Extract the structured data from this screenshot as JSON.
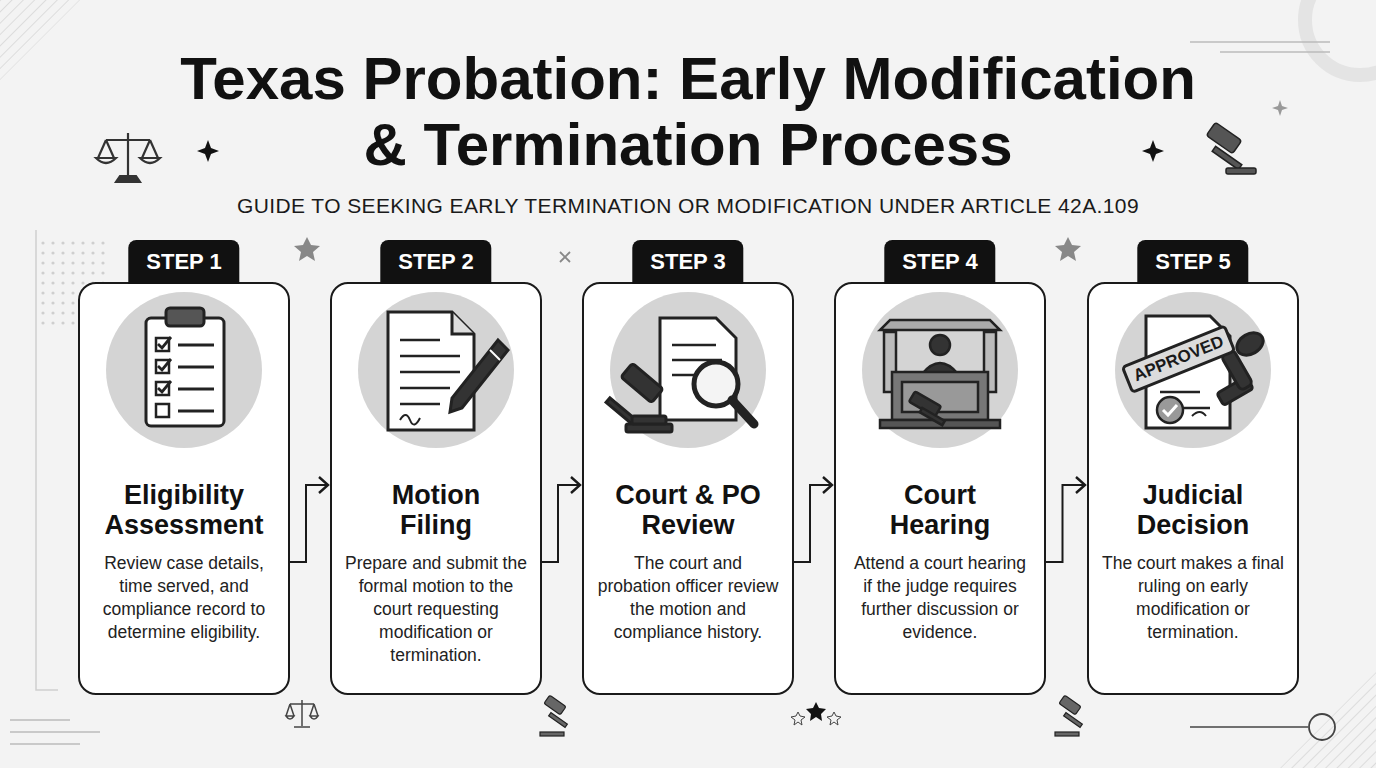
{
  "diagram": {
    "title": "Texas Probation: Early Modification & Termination Process",
    "nodes": [
      {
        "text": [
          "STEP 1",
          "Eligibility Assessment",
          "Review case details, time served, and compliance record to determine eligibility."
        ]
      },
      {
        "text": [
          "STEP 2",
          "Motion Filing",
          "Prepare and submit the formal motion to the court requesting modification or termination."
        ]
      },
      {
        "text": [
          "STEP 3",
          "Court & PO Review",
          "The court and probation officer review the motion and compliance history."
        ]
      },
      {
        "text": [
          "STEP 4",
          "Court Hearing",
          "Attend a court hearing if the judge requires further discussion or evidence."
        ]
      },
      {
        "text": [
          "STEP 5",
          "Judicial Decision",
          "The court makes a final ruling on early modification or termination."
        ]
      }
    ],
    "edges": [
      {
        "from": 0,
        "to": 1,
        "arrow": "to"
      },
      {
        "from": 1,
        "to": 2,
        "arrow": "to"
      },
      {
        "from": 2,
        "to": 3,
        "arrow": "to"
      },
      {
        "from": 3,
        "to": 4,
        "arrow": "to"
      }
    ],
    "labels": [
      "GUIDE TO SEEKING EARLY TERMINATION OR MODIFICATION UNDER ARTICLE 42A.109",
      "APPROVED"
    ]
  }
}
